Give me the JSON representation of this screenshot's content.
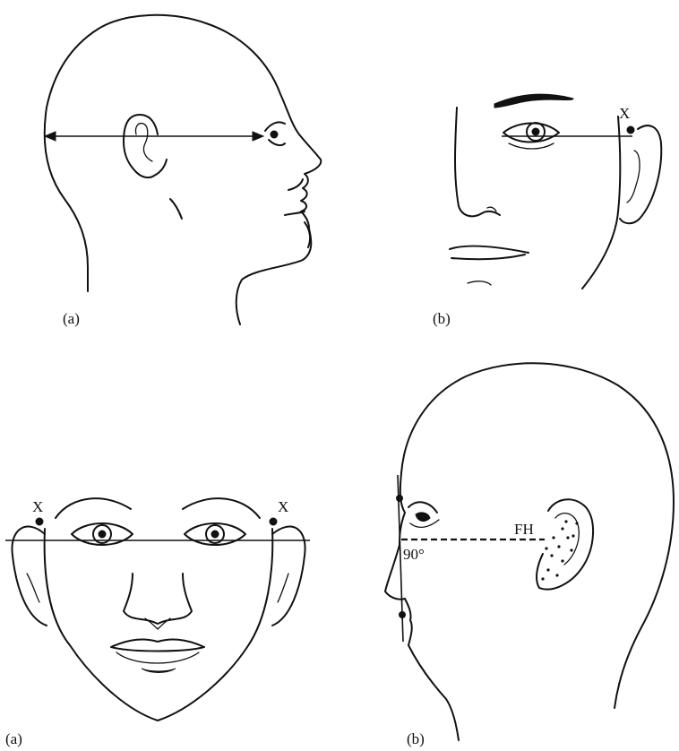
{
  "figures": {
    "top_left": {
      "caption": "(a)"
    },
    "top_right": {
      "caption": "(b)",
      "marker": "X"
    },
    "bottom_left": {
      "caption": "(a)",
      "marker_left": "X",
      "marker_right": "X"
    },
    "bottom_right": {
      "caption": "(b)",
      "angle_label": "90°",
      "plane_label": "FH"
    }
  },
  "colors": {
    "ink": "#111111",
    "background": "#ffffff"
  }
}
